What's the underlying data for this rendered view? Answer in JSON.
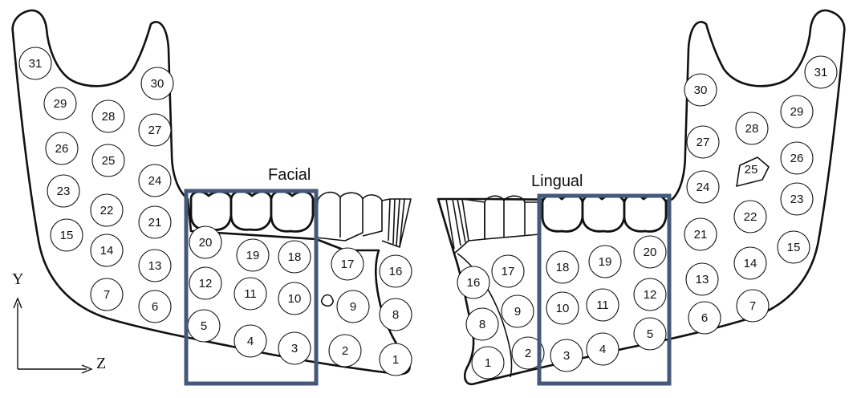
{
  "labels": {
    "facial": "Facial",
    "lingual": "Lingual"
  },
  "axes": {
    "y": "Y",
    "z": "Z"
  },
  "colors": {
    "highlight_box": "#44597a",
    "outline": "#111111"
  },
  "facial_sites": [
    "1",
    "2",
    "3",
    "4",
    "5",
    "6",
    "7",
    "8",
    "9",
    "10",
    "11",
    "12",
    "13",
    "14",
    "15",
    "16",
    "17",
    "18",
    "19",
    "20",
    "21",
    "22",
    "23",
    "24",
    "25",
    "26",
    "27",
    "28",
    "29",
    "30",
    "31"
  ],
  "lingual_sites": [
    "1",
    "2",
    "3",
    "4",
    "5",
    "6",
    "7",
    "8",
    "9",
    "10",
    "11",
    "12",
    "13",
    "14",
    "15",
    "16",
    "17",
    "18",
    "19",
    "20",
    "21",
    "22",
    "23",
    "24",
    "25",
    "26",
    "27",
    "28",
    "29",
    "30",
    "31"
  ]
}
